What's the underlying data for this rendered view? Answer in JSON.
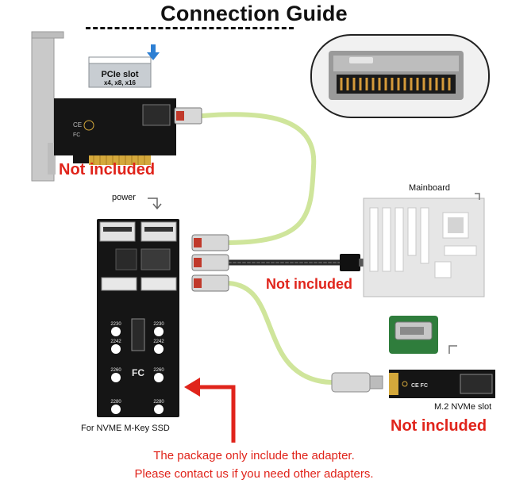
{
  "title": "Connection Guide",
  "pcie_card": {
    "slot_label_line1": "PCIe slot",
    "slot_label_line2": "x4, x8, x16",
    "not_included": "Not included"
  },
  "adapter": {
    "power_label": "power",
    "caption": "For NVME M-Key SSD",
    "size_marks": [
      "2230",
      "2242",
      "2260",
      "2280"
    ]
  },
  "cable_note": {
    "not_included": "Not included"
  },
  "mainboard": {
    "label": "Mainboard"
  },
  "m2_slot": {
    "label": "M.2 NVMe slot",
    "not_included": "Not included"
  },
  "notice": {
    "line1": "The package only include the adapter.",
    "line2": "Please contact us if you need other adapters."
  },
  "colors": {
    "accent_red": "#e0241b",
    "cable_green": "#cfe59b",
    "pcb_black": "#151515",
    "pcb_green": "#2f7d3c",
    "arrow_blue": "#2d7fd3"
  }
}
